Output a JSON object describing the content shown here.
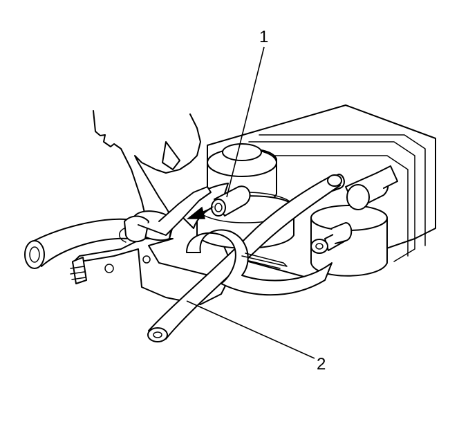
{
  "callouts": [
    {
      "id": "1",
      "label": "1"
    },
    {
      "id": "2",
      "label": "2"
    }
  ],
  "colors": {
    "ink": "#000000",
    "paper": "#ffffff"
  }
}
